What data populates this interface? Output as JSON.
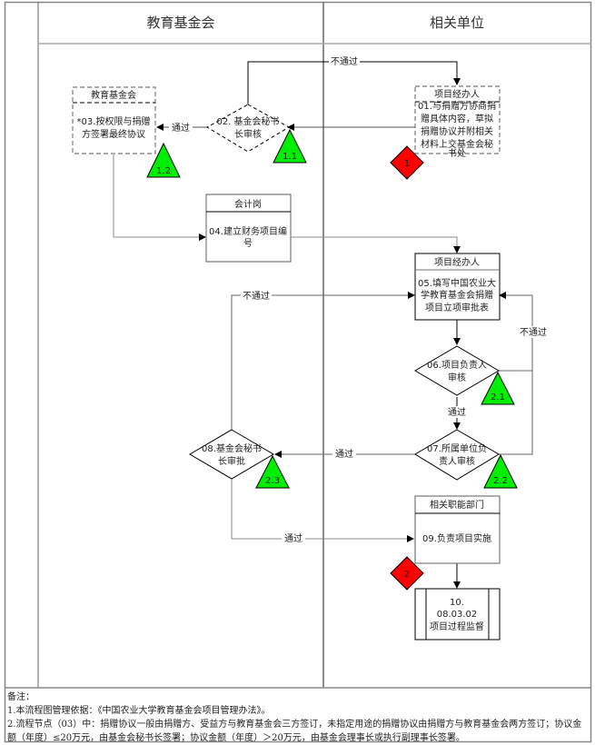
{
  "lanes": {
    "left_header": "教育基金会",
    "right_header": "相关单位"
  },
  "nodes": {
    "n01": {
      "role": "项目经办人",
      "text": [
        "01.与捐赠方协商捐",
        "赠具体内容，草拟",
        "捐赠协议并附相关",
        "材料上交基金会秘",
        "书处"
      ]
    },
    "n02": {
      "text": [
        "02. 基金会秘书",
        "长审核"
      ]
    },
    "n03": {
      "role": "教育基金会",
      "text": [
        "*03.按权限与捐赠",
        "方签署最终协议"
      ]
    },
    "n04": {
      "role": "会计岗",
      "text": [
        "04.建立财务项目编",
        "号"
      ]
    },
    "n05": {
      "role": "项目经办人",
      "text": [
        "05.填写中国农业大",
        "学教育基金会捐赠",
        "项目立项审批表"
      ]
    },
    "n06": {
      "text": [
        "06.项目负责人",
        "审核"
      ]
    },
    "n07": {
      "text": [
        "07.所属单位负",
        "责人审核"
      ]
    },
    "n08": {
      "text": [
        "08.基金会秘书",
        "长审批"
      ]
    },
    "n09": {
      "role": "相关职能部门",
      "text": [
        "09.负责项目实施"
      ]
    },
    "n10": {
      "text": [
        "10.",
        "08.03.02",
        "项目过程监督"
      ]
    }
  },
  "edge_labels": {
    "reject_top": "不通过",
    "pass_02_03": "通过",
    "reject_08_05": "不通过",
    "reject_06_05": "不通过",
    "pass_06_07": "通过",
    "pass_07_08": "通过",
    "pass_08_09": "通过"
  },
  "markers": {
    "risk": [
      {
        "label": "1"
      },
      {
        "label": "2"
      }
    ],
    "control": [
      {
        "label": "1.1"
      },
      {
        "label": "1.2"
      },
      {
        "label": "2.1"
      },
      {
        "label": "2.2"
      },
      {
        "label": "2.3"
      }
    ]
  },
  "colors": {
    "risk": "#ff0000",
    "control": "#00ee00",
    "line": "#808080",
    "dark_line": "#000000"
  },
  "notes": {
    "title": "备注：",
    "items": [
      "1.本流程图管理依据：《中国农业大学教育基金会项目管理办法》。",
      "2.流程节点（03）中：捐赠协议一般由捐赠方、受益方与教育基金会三方签订，未指定用途的捐赠协议由捐赠方与教育基金会两方签订；协议金额（年度）≤20万元，由基金会秘书长签署；协议金额（年度）＞20万元，由基金会理事长或执行副理事长签署。"
    ]
  }
}
